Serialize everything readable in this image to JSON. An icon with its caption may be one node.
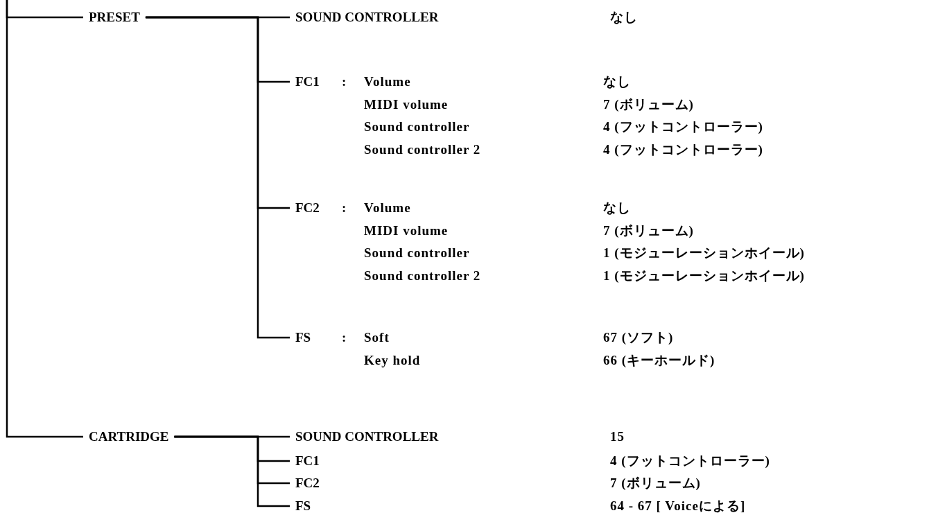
{
  "diagram": {
    "nodes": [
      {
        "text": [
          "PRESET"
        ]
      },
      {
        "text": [
          "SOUND CONTROLLER"
        ]
      },
      {
        "text": [
          "FC1"
        ],
        "beside": [
          ":",
          "Volume",
          "なし",
          "MIDI volume",
          "7 (ボリューム)",
          "Sound controller",
          "4 (フットコントローラー)",
          "Sound controller 2",
          "4 (フットコントローラー)"
        ]
      },
      {
        "text": [
          "FC2"
        ],
        "beside": [
          ":",
          "Volume",
          "なし",
          "MIDI volume",
          "7 (ボリューム)",
          "Sound controller",
          "1 (モジューレーションホイール)",
          "Sound controller 2",
          "1 (モジューレーションホイール)"
        ]
      },
      {
        "text": [
          "FS"
        ],
        "beside": [
          ":",
          "Soft",
          "67 (ソフト)",
          "Key hold",
          "66 (キーホールド)"
        ]
      },
      {
        "text": [
          "CARTRIDGE"
        ]
      },
      {
        "text": [
          "SOUND CONTROLLER"
        ]
      },
      {
        "text": [
          "FC1"
        ]
      },
      {
        "text": [
          "FC2"
        ]
      },
      {
        "text": [
          "FS"
        ]
      }
    ],
    "edges": [
      {
        "from": null,
        "to": 0,
        "arrow": "none"
      },
      {
        "from": null,
        "to": 5,
        "arrow": "none"
      },
      {
        "from": 0,
        "to": 1,
        "arrow": "none"
      },
      {
        "from": 0,
        "to": 2,
        "arrow": "none"
      },
      {
        "from": 0,
        "to": 3,
        "arrow": "none"
      },
      {
        "from": 0,
        "to": 4,
        "arrow": "none"
      },
      {
        "from": 5,
        "to": 6,
        "arrow": "none"
      },
      {
        "from": 5,
        "to": 7,
        "arrow": "none"
      },
      {
        "from": 5,
        "to": 8,
        "arrow": "none"
      },
      {
        "from": 5,
        "to": 9,
        "arrow": "none"
      }
    ],
    "labels": [
      "なし",
      "15",
      "4 (フットコントローラー)",
      "7 (ボリューム)",
      "64 - 67 [ Voiceによる]"
    ]
  }
}
